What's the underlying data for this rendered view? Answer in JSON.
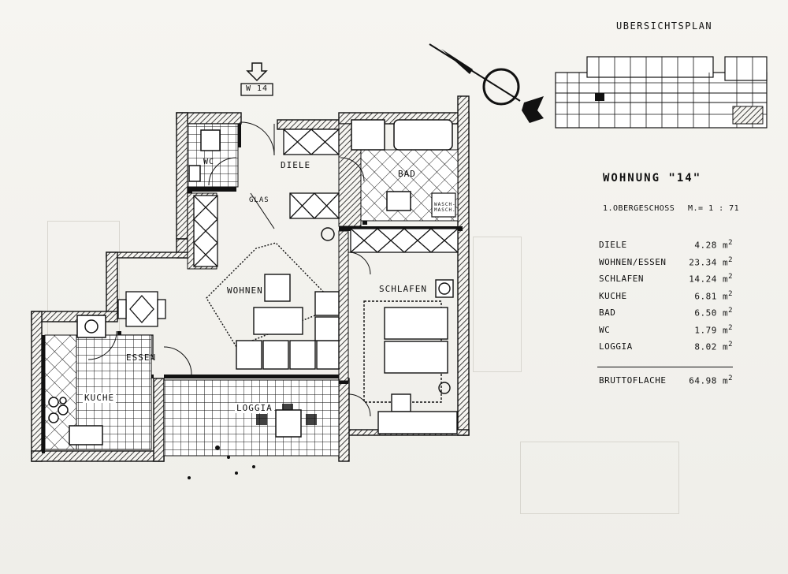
{
  "header": {
    "overview_label": "UBERSICHTSPLAN",
    "unit_title": "WOHNUNG \"14\"",
    "floor": "1.OBERGESCHOSS",
    "scale": "M.= 1 : 71"
  },
  "entrance_tag": "W 14",
  "rooms": {
    "diele": "DIELE",
    "bad": "BAD",
    "wc": "WC",
    "glas": "GLAS",
    "waschmasch": "WASCH- MASCH.",
    "wohnen": "WOHNEN",
    "schlafen": "SCHLAFEN",
    "essen": "ESSEN",
    "kuche": "KUCHE",
    "loggia": "LOGGIA"
  },
  "areas": [
    {
      "name": "DIELE",
      "value": "4.28",
      "unit": "m"
    },
    {
      "name": "WOHNEN/ESSEN",
      "value": "23.34",
      "unit": "m"
    },
    {
      "name": "SCHLAFEN",
      "value": "14.24",
      "unit": "m"
    },
    {
      "name": "KUCHE",
      "value": "6.81",
      "unit": "m"
    },
    {
      "name": "BAD",
      "value": "6.50",
      "unit": "m"
    },
    {
      "name": "WC",
      "value": "1.79",
      "unit": "m"
    },
    {
      "name": "LOGGIA",
      "value": "8.02",
      "unit": "m"
    }
  ],
  "total": {
    "name": "BRUTTOFLACHE",
    "value": "64.98",
    "unit": "m"
  },
  "area_exponent": "2",
  "colors": {
    "ink": "#111111",
    "paper": "#f3f2ee",
    "ghost": "#d8d6cf"
  }
}
